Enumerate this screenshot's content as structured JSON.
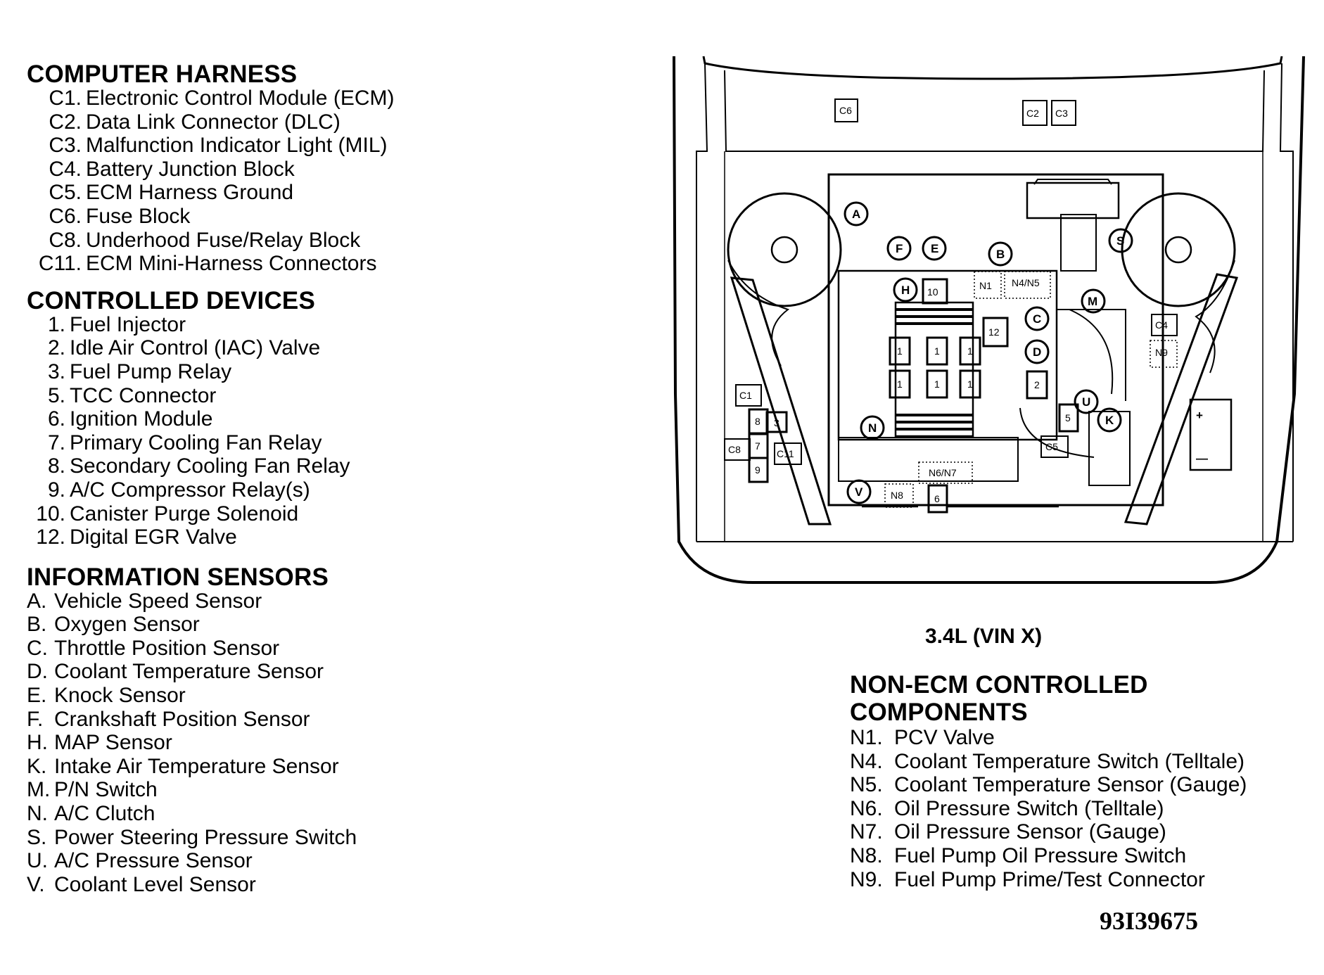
{
  "computer_harness": {
    "title": "COMPUTER HARNESS",
    "items": [
      {
        "code": "C1.",
        "label": "Electronic Control Module (ECM)"
      },
      {
        "code": "C2.",
        "label": "Data Link Connector (DLC)"
      },
      {
        "code": "C3.",
        "label": "Malfunction Indicator Light (MIL)"
      },
      {
        "code": "C4.",
        "label": "Battery Junction Block"
      },
      {
        "code": "C5.",
        "label": "ECM Harness Ground"
      },
      {
        "code": "C6.",
        "label": "Fuse Block"
      },
      {
        "code": "C8.",
        "label": "Underhood Fuse/Relay Block"
      },
      {
        "code": "C11.",
        "label": "ECM Mini-Harness Connectors"
      }
    ]
  },
  "controlled_devices": {
    "title": "CONTROLLED DEVICES",
    "items": [
      {
        "code": "1.",
        "label": "Fuel Injector"
      },
      {
        "code": "2.",
        "label": "Idle Air Control (IAC) Valve"
      },
      {
        "code": "3.",
        "label": "Fuel Pump Relay"
      },
      {
        "code": "5.",
        "label": "TCC Connector"
      },
      {
        "code": "6.",
        "label": "Ignition Module"
      },
      {
        "code": "7.",
        "label": "Primary Cooling Fan Relay"
      },
      {
        "code": "8.",
        "label": "Secondary Cooling Fan Relay"
      },
      {
        "code": "9.",
        "label": "A/C Compressor Relay(s)"
      },
      {
        "code": "10.",
        "label": "Canister Purge Solenoid"
      },
      {
        "code": "12.",
        "label": "Digital EGR Valve"
      }
    ]
  },
  "information_sensors": {
    "title": "INFORMATION SENSORS",
    "items": [
      {
        "code": "A.",
        "label": "Vehicle Speed Sensor"
      },
      {
        "code": "B.",
        "label": "Oxygen Sensor"
      },
      {
        "code": "C.",
        "label": "Throttle Position Sensor"
      },
      {
        "code": "D.",
        "label": "Coolant Temperature Sensor"
      },
      {
        "code": "E.",
        "label": "Knock Sensor"
      },
      {
        "code": "F.",
        "label": "Crankshaft Position Sensor"
      },
      {
        "code": "H.",
        "label": "MAP Sensor"
      },
      {
        "code": "K.",
        "label": "Intake Air Temperature Sensor"
      },
      {
        "code": "M.",
        "label": "P/N Switch"
      },
      {
        "code": "N.",
        "label": "A/C Clutch"
      },
      {
        "code": "S.",
        "label": "Power Steering Pressure Switch"
      },
      {
        "code": "U.",
        "label": "A/C Pressure Sensor"
      },
      {
        "code": "V.",
        "label": "Coolant Level Sensor"
      }
    ]
  },
  "engine_title": "3.4L (VIN X)",
  "non_ecm": {
    "title_line1": "NON-ECM CONTROLLED",
    "title_line2": "COMPONENTS",
    "items": [
      {
        "code": "N1.",
        "label": "PCV Valve"
      },
      {
        "code": "N4.",
        "label": "Coolant Temperature Switch (Telltale)"
      },
      {
        "code": "N5.",
        "label": "Coolant Temperature Sensor (Gauge)"
      },
      {
        "code": "N6.",
        "label": "Oil Pressure Switch (Telltale)"
      },
      {
        "code": "N7.",
        "label": "Oil Pressure Sensor (Gauge)"
      },
      {
        "code": "N8.",
        "label": "Fuel Pump Oil Pressure Switch"
      },
      {
        "code": "N9.",
        "label": "Fuel Pump Prime/Test Connector"
      }
    ]
  },
  "figure_id": "93I39675",
  "diagram_labels": {
    "c6": "C6",
    "c2": "C2",
    "c3": "C3",
    "c4": "C4",
    "c1": "C1",
    "c8": "C8",
    "c11": "C11",
    "c5": "C5",
    "n1": "N1",
    "n4n5": "N4/N5",
    "n9": "N9",
    "n6n7": "N6/N7",
    "n8": "N8",
    "a": "A",
    "b": "B",
    "c": "C",
    "d": "D",
    "e": "E",
    "f": "F",
    "h": "H",
    "k": "K",
    "m": "M",
    "n": "N",
    "s": "S",
    "u": "U",
    "v": "V",
    "d10": "10",
    "d12": "12",
    "d1": "1",
    "d2": "2",
    "d3": "3",
    "d5": "5",
    "d6": "6",
    "d7": "7",
    "d8": "8",
    "d9": "9",
    "plus": "+",
    "minus": "—"
  }
}
